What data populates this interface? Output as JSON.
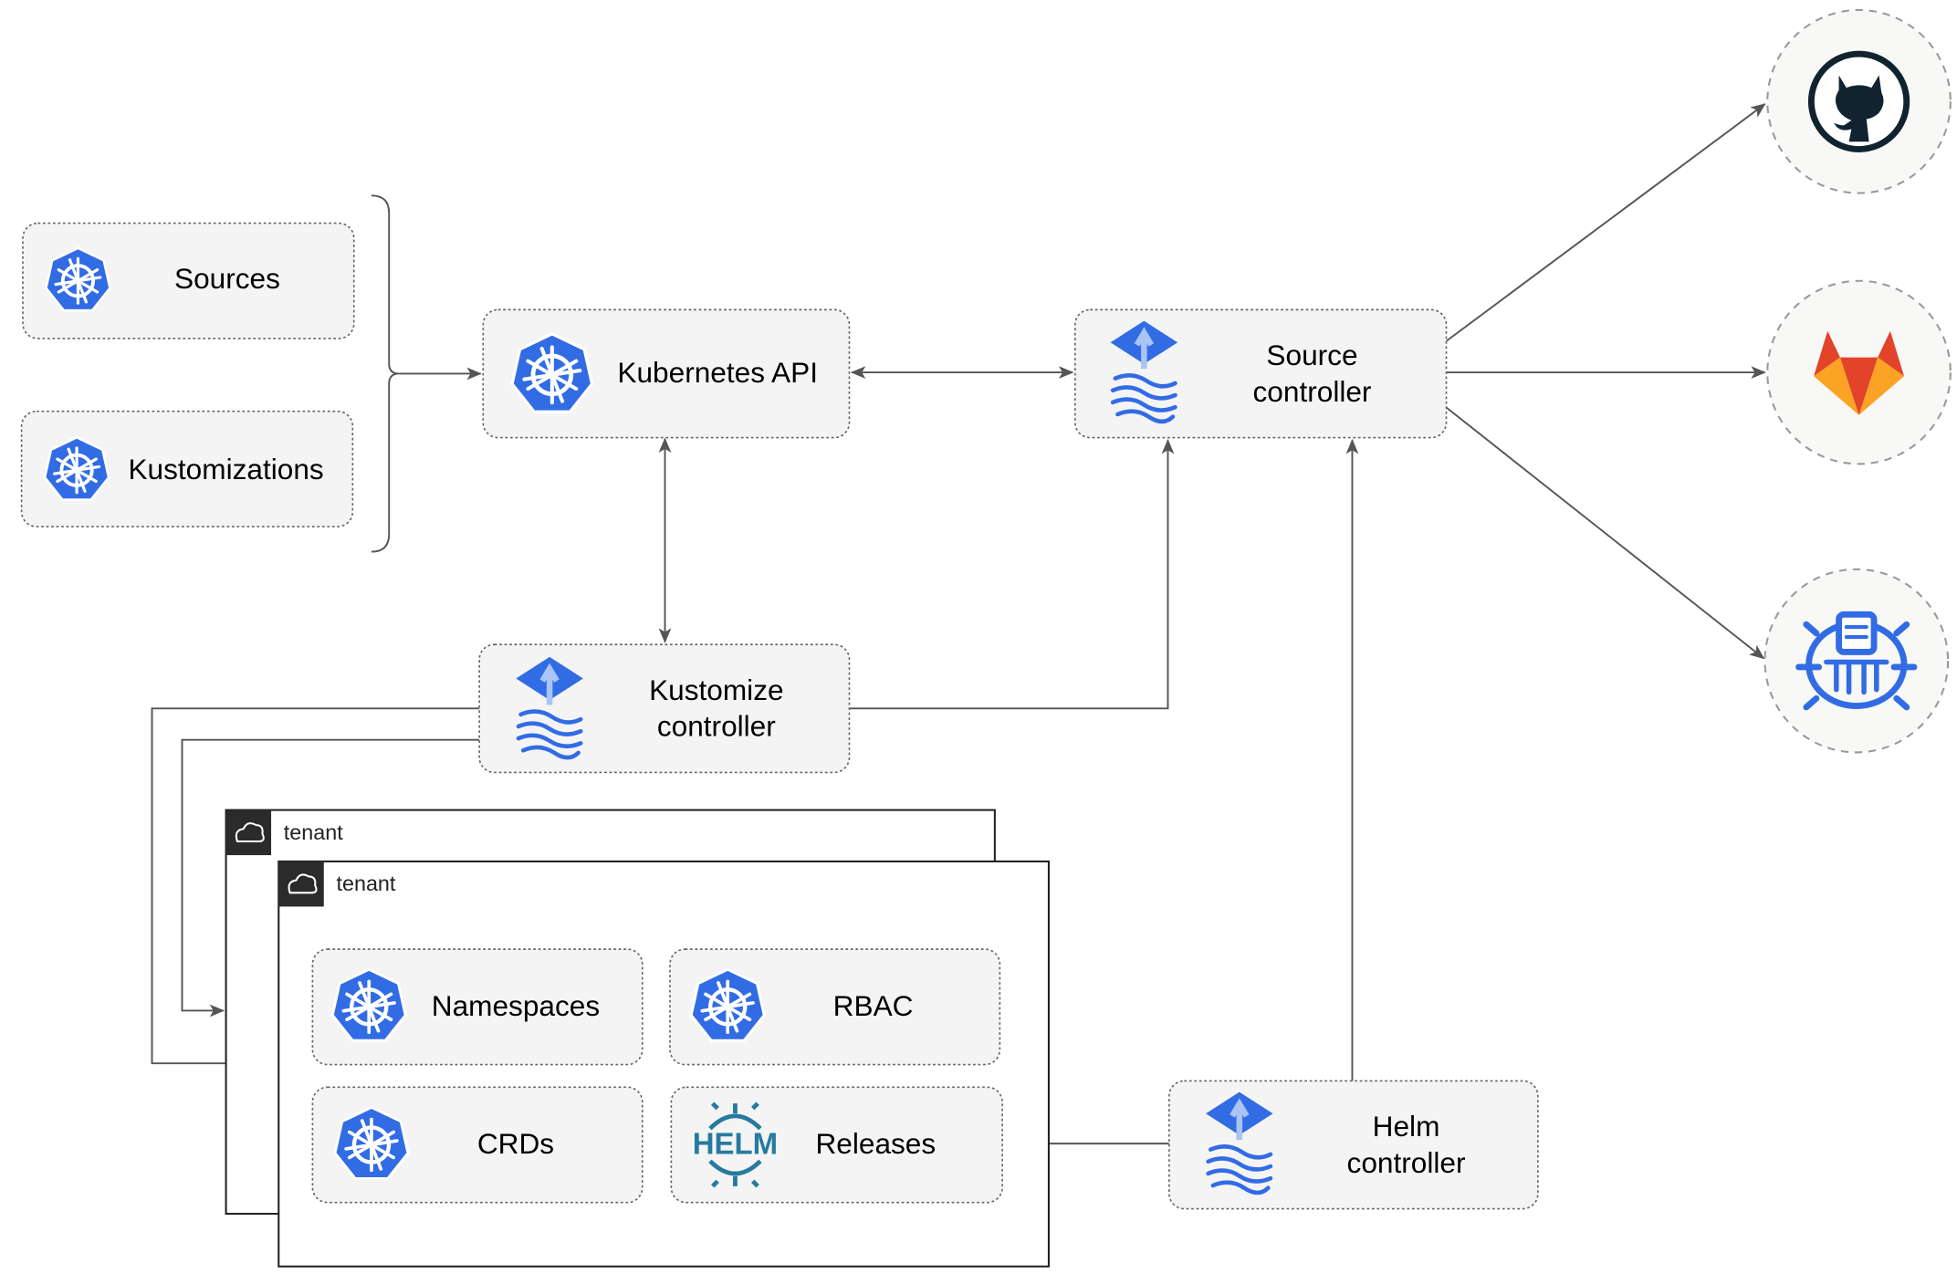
{
  "nodes": {
    "sources": "Sources",
    "kustomizations": "Kustomizations",
    "kubernetes_api": "Kubernetes API",
    "source_controller": [
      "Source",
      "controller"
    ],
    "kustomize_controller": [
      "Kustomize",
      "controller"
    ],
    "helm_controller": [
      "Helm",
      "controller"
    ],
    "namespaces": "Namespaces",
    "rbac": "RBAC",
    "crds": "CRDs",
    "releases": "Releases"
  },
  "tenants": [
    "tenant",
    "tenant"
  ],
  "logos": {
    "helm": "HELM"
  },
  "external": [
    "github-icon",
    "gitlab-icon",
    "bucket-icon"
  ],
  "colors": {
    "kubernetes_blue": "#326ce5",
    "gitlab_orange": "#e24329",
    "gitlab_yellow": "#fca326",
    "github_dark": "#10232f",
    "helm_blue": "#277a9f"
  }
}
